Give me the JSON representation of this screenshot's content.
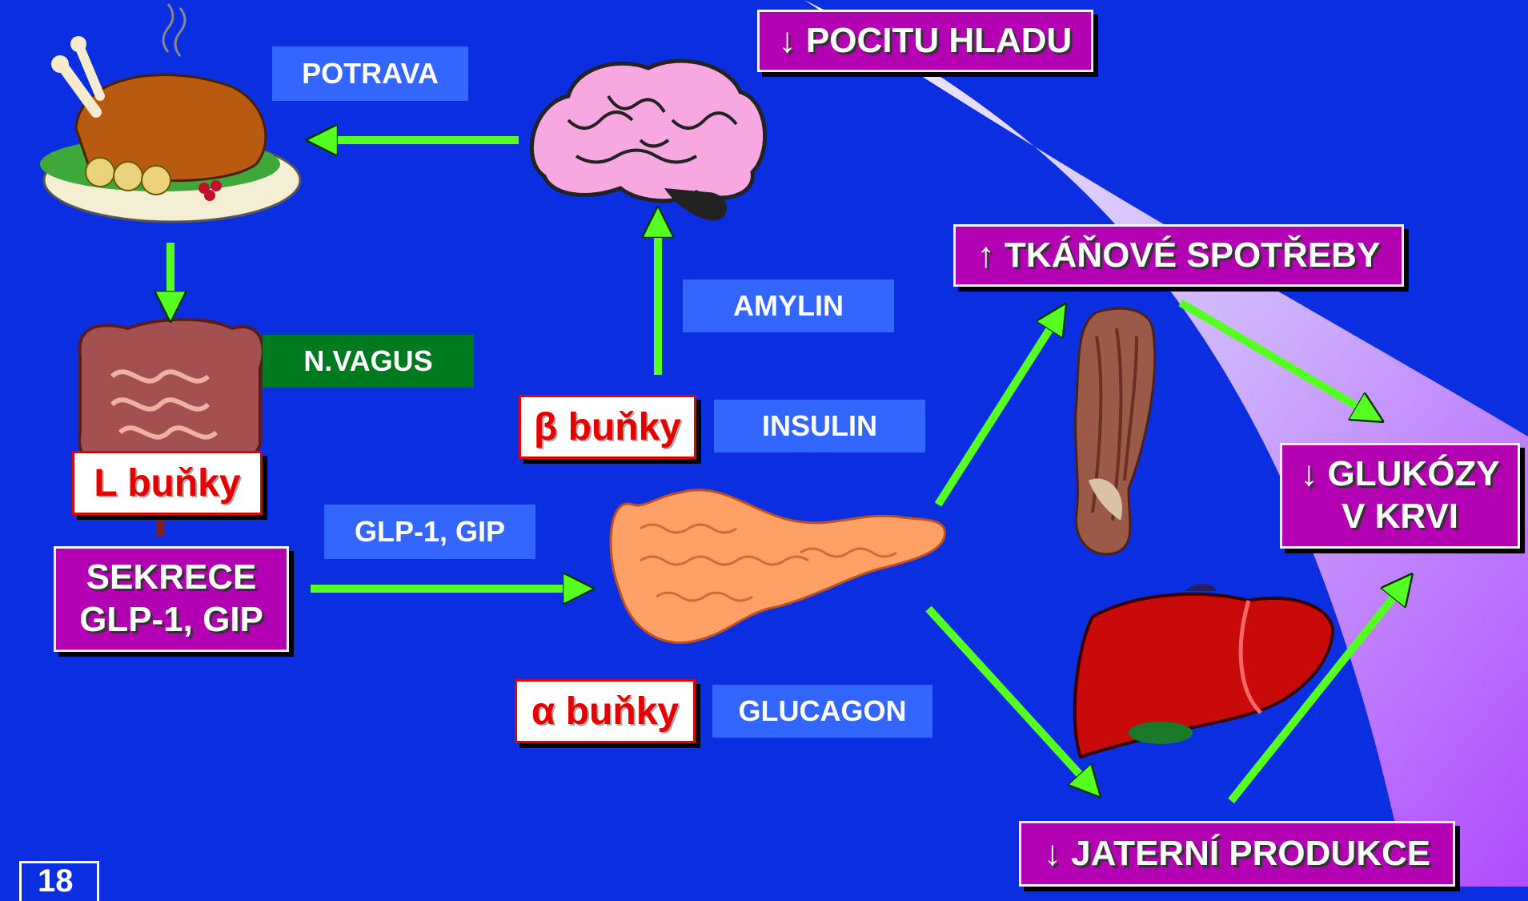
{
  "labels": {
    "potrava": "POTRAVA",
    "n_vagus": "N.VAGUS",
    "l_cells": "L buňky",
    "sekrece_line1": "SEKRECE",
    "sekrece_line2": "GLP-1, GIP",
    "glp_gip": "GLP-1, GIP",
    "amylin": "AMYLIN",
    "beta_cells": "β buňky",
    "insulin": "INSULIN",
    "alpha_cells": "α buňky",
    "glucagon": "GLUCAGON",
    "hunger": "↓ POCITU HLADU",
    "tissue": "↑ TKÁŇOVÉ SPOTŘEBY",
    "glucose_line1": "↓ GLUKÓZY",
    "glucose_line2": "V KRVI",
    "liver_prod": "↓ JATERNÍ PRODUKCE",
    "page_number": "18"
  },
  "icons": [
    "roast-chicken-icon",
    "intestine-icon",
    "brain-icon",
    "pancreas-icon",
    "muscle-icon",
    "liver-icon"
  ],
  "colors": {
    "background": "#0a2ee0",
    "arrow": "#55ff22",
    "label_blue": "#3366ff",
    "label_green": "#007a1f",
    "label_magenta": "#b300b3",
    "cell_red": "#e60000"
  }
}
